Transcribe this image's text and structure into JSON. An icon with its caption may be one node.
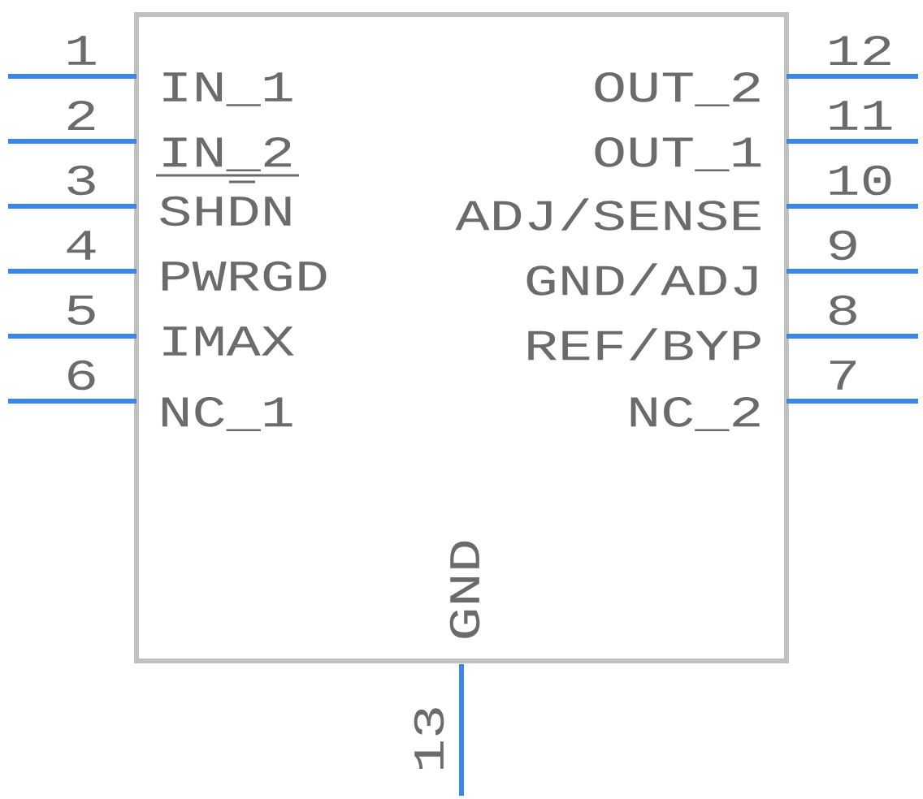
{
  "diagram": {
    "nodes": [
      {
        "text": [],
        "shape": "box"
      }
    ],
    "labels": [
      "1",
      "IN_1",
      "2",
      "IN_2",
      "3",
      "SHDN",
      "4",
      "PWRGD",
      "5",
      "IMAX",
      "6",
      "NC_1",
      "12",
      "OUT_2",
      "11",
      "OUT_1",
      "10",
      "ADJ/SENSE",
      "9",
      "GND/ADJ",
      "8",
      "REF/BYP",
      "7",
      "NC_2",
      "13",
      "GND"
    ]
  }
}
